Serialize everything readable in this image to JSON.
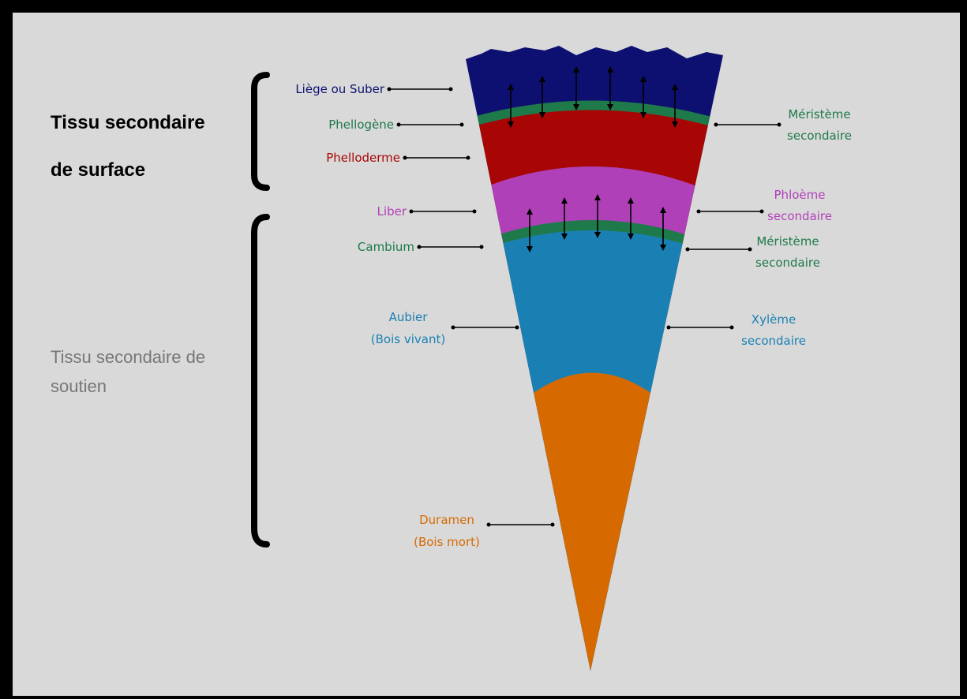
{
  "sides": {
    "surface_title": {
      "line1": "Tissu secondaire",
      "line2": "de surface",
      "color": "#000000"
    },
    "soutien_title": {
      "line1": "Tissu secondaire de",
      "line2": "soutien",
      "color": "#777777"
    }
  },
  "layers": {
    "liege": {
      "label": "Liège ou Suber",
      "color": "#0d1070"
    },
    "phellogene": {
      "label": "Phellogène",
      "color": "#1e7a4a"
    },
    "phelloderme": {
      "label": "Phelloderme",
      "color": "#a80505"
    },
    "liber": {
      "label": "Liber",
      "color": "#b040b8"
    },
    "cambium": {
      "label": "Cambium",
      "color": "#1e7a4a"
    },
    "aubier": {
      "line1": "Aubier",
      "line2": "(Bois vivant)",
      "color": "#1a80b4"
    },
    "duramen": {
      "line1": "Duramen",
      "line2": "(Bois mort)",
      "color": "#d66a00"
    }
  },
  "right_labels": {
    "meristeme_top": {
      "line1": "Méristème",
      "line2": "secondaire",
      "color": "#1e7a4a"
    },
    "phloeme": {
      "line1": "Phloème",
      "line2": "secondaire",
      "color": "#b040b8"
    },
    "meristeme_bottom": {
      "line1": "Méristème",
      "line2": "secondaire",
      "color": "#1e7a4a"
    },
    "xyleme": {
      "line1": "Xylème",
      "line2": "secondaire",
      "color": "#1a80b4"
    }
  }
}
